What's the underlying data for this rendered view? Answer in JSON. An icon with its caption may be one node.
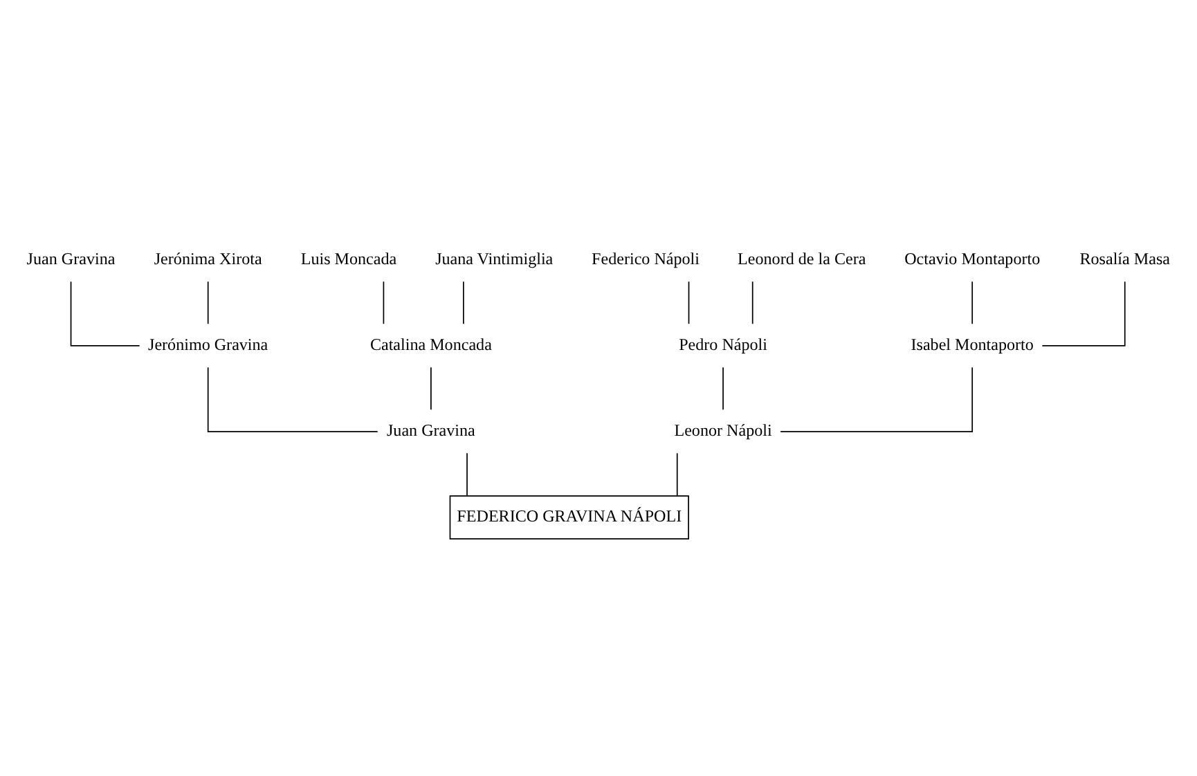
{
  "diagram": {
    "nodes": [
      {
        "text": [
          "Juan Gravina"
        ]
      },
      {
        "text": [
          "Jerónima Xirota"
        ]
      },
      {
        "text": [
          "Luis Moncada"
        ]
      },
      {
        "text": [
          "Juana Vintimiglia"
        ]
      },
      {
        "text": [
          "Federico Nápoli"
        ]
      },
      {
        "text": [
          "Leonord de la Cera"
        ]
      },
      {
        "text": [
          "Octavio Montaporto"
        ]
      },
      {
        "text": [
          "Rosalía Masa"
        ]
      },
      {
        "text": [
          "Jerónimo Gravina"
        ]
      },
      {
        "text": [
          "Catalina Moncada"
        ]
      },
      {
        "text": [
          "Pedro Nápoli"
        ]
      },
      {
        "text": [
          "Isabel Montaporto"
        ]
      },
      {
        "text": [
          "Juan Gravina"
        ]
      },
      {
        "text": [
          "Leonor Nápoli"
        ]
      },
      {
        "text": [
          "FEDERICO GRAVINA NÁPOLI"
        ]
      }
    ],
    "edges": [
      {
        "from": 0,
        "to": 8,
        "arrow": "none"
      },
      {
        "from": 1,
        "to": 8,
        "arrow": "none"
      },
      {
        "from": 2,
        "to": 9,
        "arrow": "none"
      },
      {
        "from": 3,
        "to": 9,
        "arrow": "none"
      },
      {
        "from": 4,
        "to": 10,
        "arrow": "none"
      },
      {
        "from": 5,
        "to": 10,
        "arrow": "none"
      },
      {
        "from": 6,
        "to": 11,
        "arrow": "none"
      },
      {
        "from": 7,
        "to": 11,
        "arrow": "none"
      },
      {
        "from": 8,
        "to": 12,
        "arrow": "none"
      },
      {
        "from": 9,
        "to": 12,
        "arrow": "none"
      },
      {
        "from": 10,
        "to": 13,
        "arrow": "none"
      },
      {
        "from": 11,
        "to": 13,
        "arrow": "none"
      },
      {
        "from": 12,
        "to": 14,
        "arrow": "none"
      },
      {
        "from": 13,
        "to": 14,
        "arrow": "none"
      }
    ]
  }
}
